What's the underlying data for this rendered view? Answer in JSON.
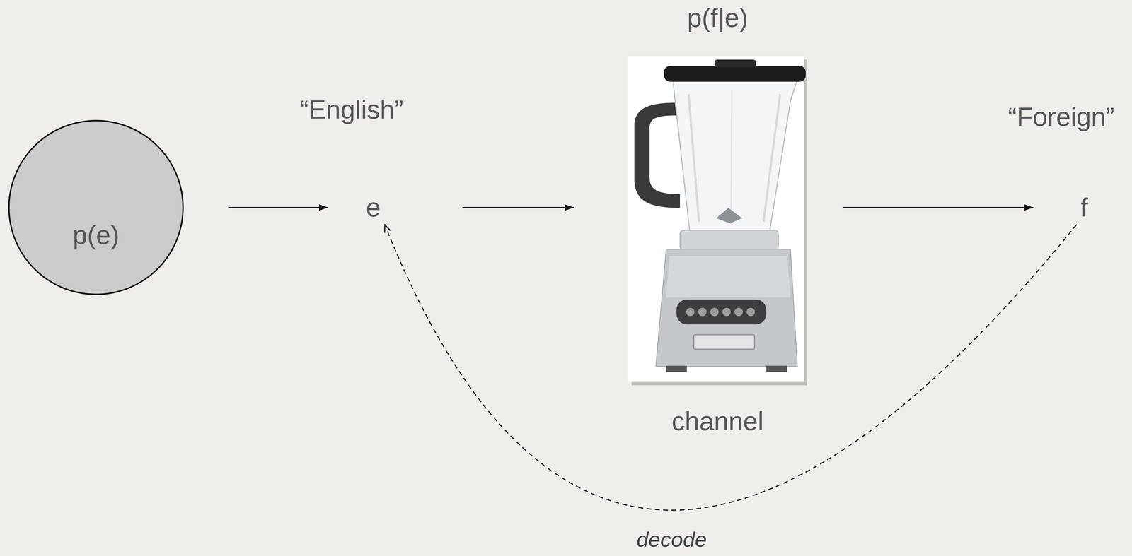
{
  "diagram": {
    "nodes": [
      {
        "text": [
          "p(e)"
        ]
      },
      {
        "text": [
          "e"
        ]
      },
      {
        "text": [
          "p(f|e)",
          "channel"
        ]
      },
      {
        "text": [
          "f"
        ]
      }
    ],
    "edges": [
      {
        "from": 0,
        "to": 1,
        "arrow": "to"
      },
      {
        "from": 1,
        "to": 2,
        "arrow": "to"
      },
      {
        "from": 2,
        "to": 3,
        "arrow": "to"
      },
      {
        "from": 3,
        "to": 1,
        "arrow": "to",
        "label": "decode"
      }
    ],
    "labels": [
      "“English”",
      "“Foreign”"
    ]
  }
}
